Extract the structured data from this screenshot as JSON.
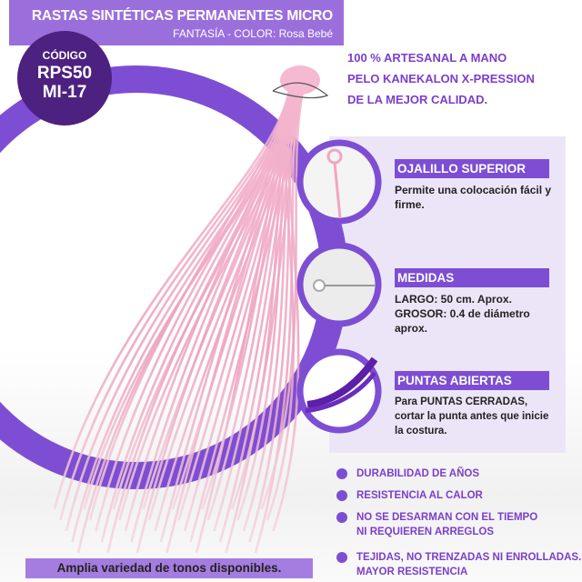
{
  "header": {
    "title": "RASTAS SINTÉTICAS PERMANENTES MICRO",
    "subtitle": "FANTASÍA - COLOR: Rosa Bebé"
  },
  "code": {
    "label": "CÓDIGO",
    "line1": "RPS50",
    "line2": "MI-17"
  },
  "intro": [
    "100 % ARTESANAL A MANO",
    "PELO KANEKALON X-PRESSION",
    "DE LA MEJOR CALIDAD."
  ],
  "features": [
    {
      "label": "OJALILLO SUPERIOR",
      "text": "Permite una colocación fácil y firme."
    },
    {
      "label": "MEDIDAS",
      "lines": [
        "LARGO: 50 cm. Aprox.",
        "GROSOR: 0.4 de diámetro aprox."
      ]
    },
    {
      "label": "PUNTAS ABIERTAS",
      "text": "Para PUNTAS CERRADAS, cortar la punta antes que inicie la costura."
    }
  ],
  "bullets": [
    [
      "DURABILIDAD DE AÑOS"
    ],
    [
      "RESISTENCIA AL CALOR"
    ],
    [
      "NO SE DESARMAN CON EL TIEMPO",
      "NI REQUIEREN ARREGLOS"
    ],
    [
      "TEJIDAS, NO TRENZADAS NI ENROLLADAS.",
      "MAYOR RESISTENCIA"
    ]
  ],
  "banner": "Amplia variedad de tonos disponibles.",
  "colors": {
    "purple": "#7d4ed3",
    "dark": "#4d2180",
    "header": "#9a6fdc",
    "panel": "#ece5f8",
    "pink": "#f2a5c2"
  }
}
